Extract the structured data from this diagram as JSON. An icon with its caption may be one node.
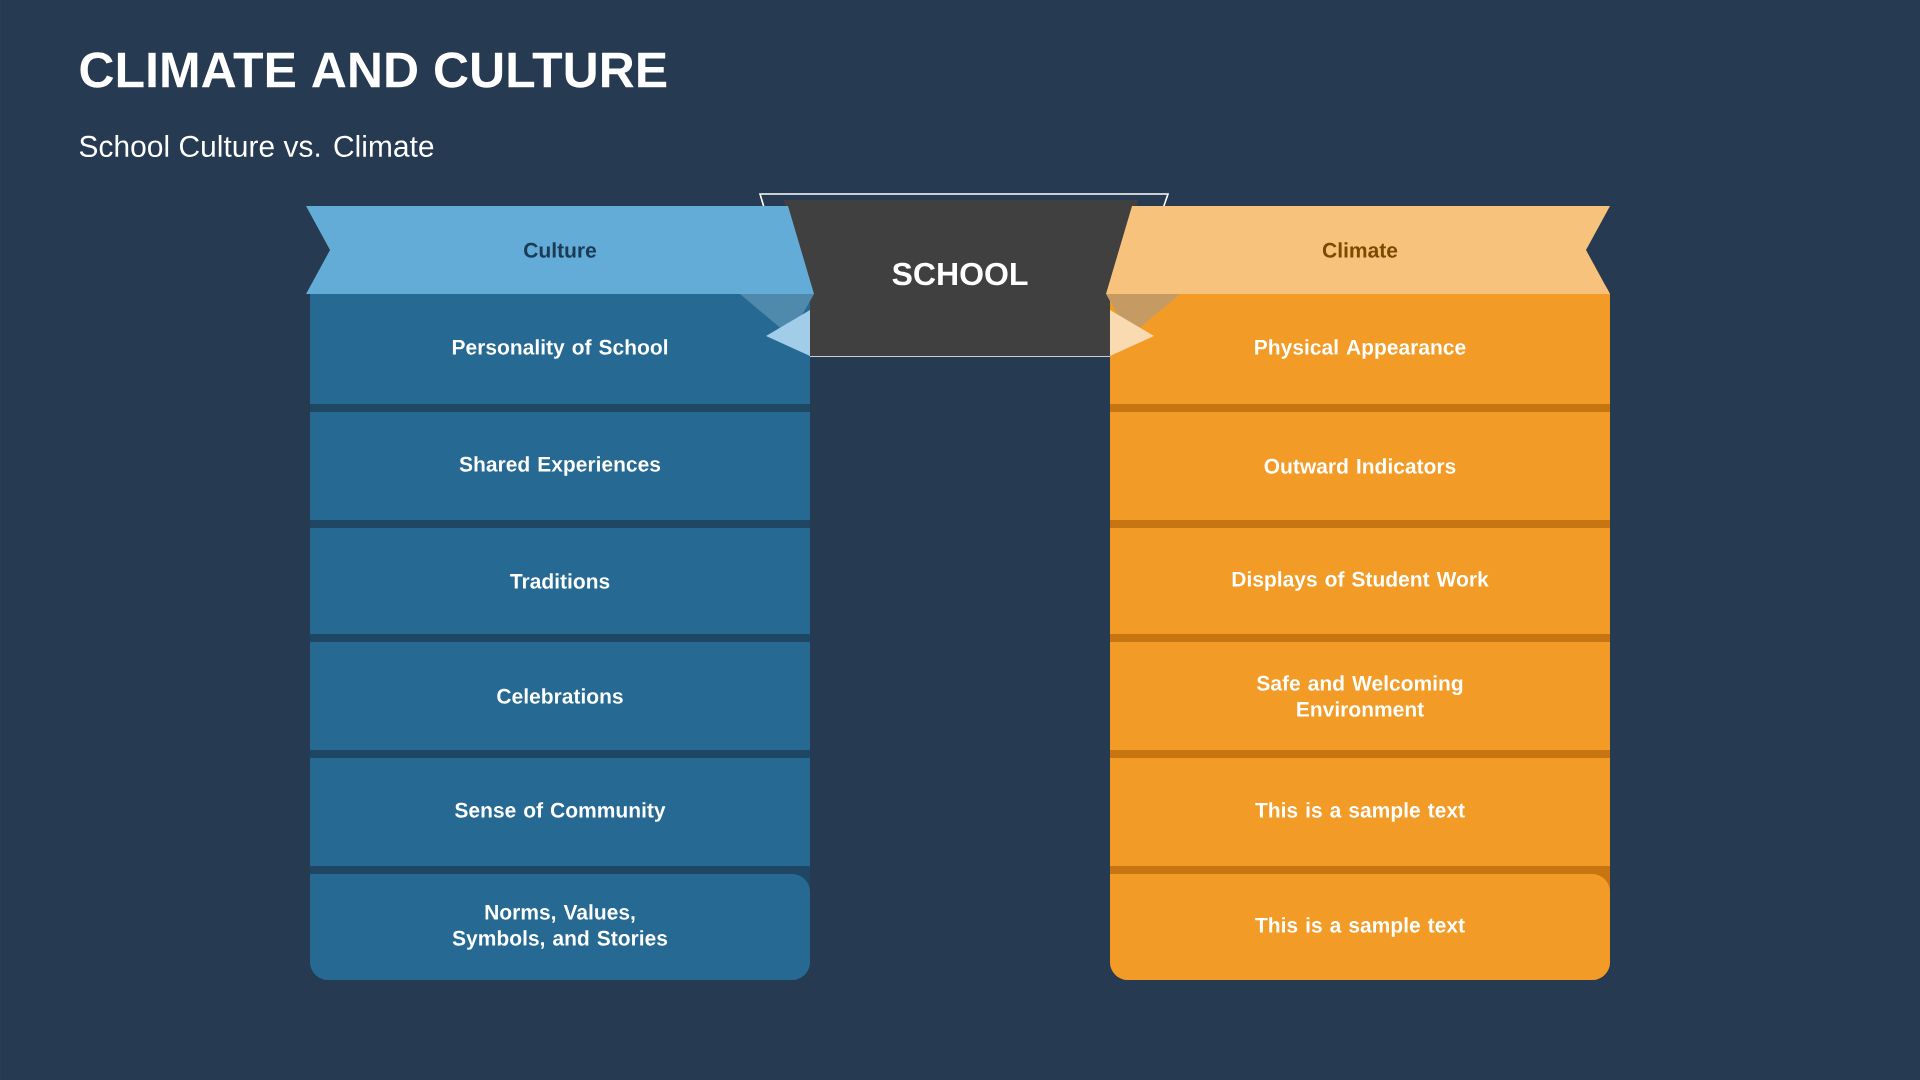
{
  "diagram": {
    "title": "CLIMATE AND CULTURE",
    "nodes": [
      {
        "text": [
          "SCHOOL"
        ]
      },
      {
        "text": [
          "Culture"
        ]
      },
      {
        "text": [
          "Climate"
        ]
      },
      {
        "text": [
          "Personality of School"
        ]
      },
      {
        "text": [
          "Shared Experiences"
        ]
      },
      {
        "text": [
          "Traditions"
        ]
      },
      {
        "text": [
          "Celebrations"
        ]
      },
      {
        "text": [
          "Sense of Community"
        ]
      },
      {
        "text": [
          "Norms, Values, Symbols, and Stories"
        ]
      },
      {
        "text": [
          "Physical Appearance"
        ]
      },
      {
        "text": [
          "Outward Indicators"
        ]
      },
      {
        "text": [
          "Displays of Student Work"
        ]
      },
      {
        "text": [
          "Safe and Welcoming Environment"
        ]
      },
      {
        "text": [
          "This is a sample text"
        ]
      },
      {
        "text": [
          "This is a sample text"
        ]
      }
    ],
    "edges": [],
    "labels": [
      "School Culture vs. Climate"
    ]
  }
}
